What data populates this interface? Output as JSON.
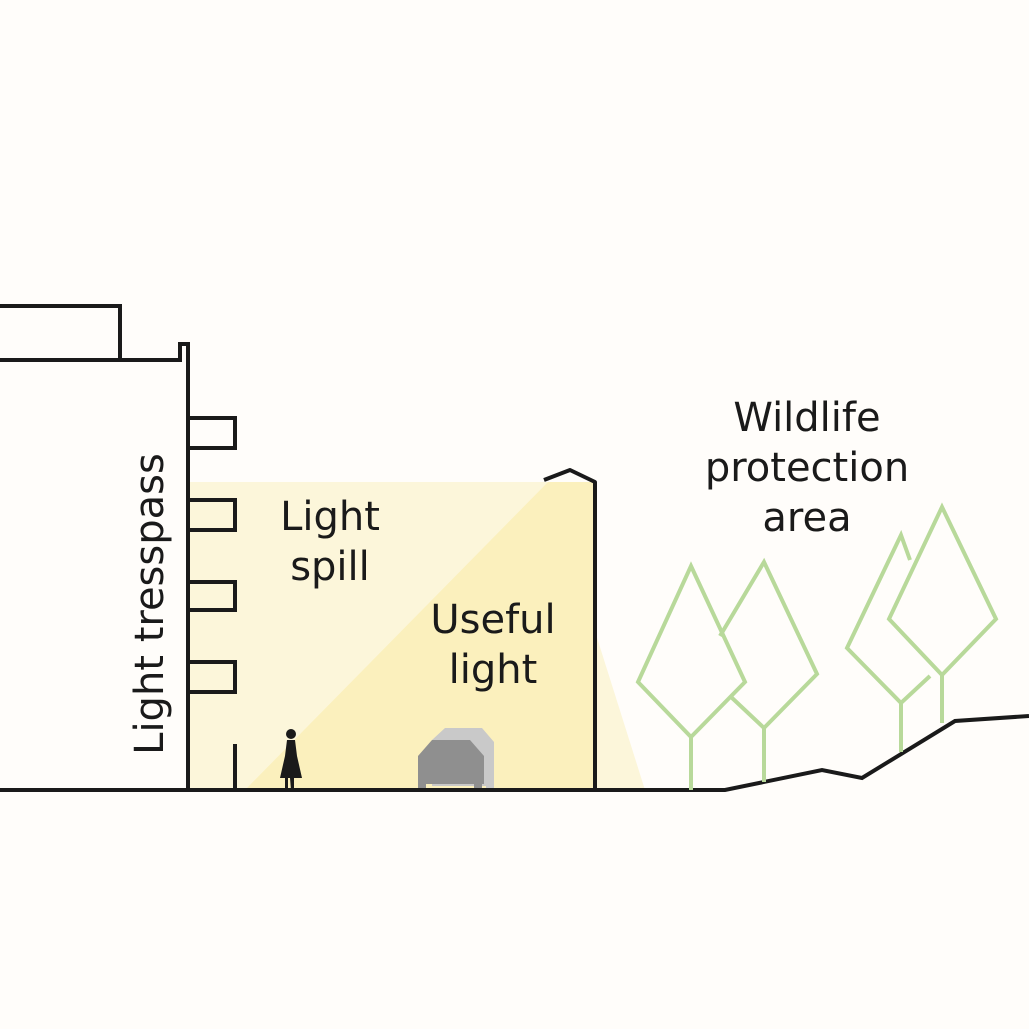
{
  "labels": {
    "light_trespass": "Light tresspass",
    "light_spill": [
      "Light",
      "spill"
    ],
    "useful_light": [
      "Useful",
      "light"
    ],
    "wildlife_area": [
      "Wildlife",
      "protection",
      "area"
    ]
  },
  "colors": {
    "background": "#fffdfa",
    "outline": "#1a1a1a",
    "light_spill": "#fcf6da",
    "useful_light": "#fbf0bd",
    "trees": "#b8d99a",
    "car_front": "#8f8f8f",
    "car_back": "#c9c9c9"
  }
}
